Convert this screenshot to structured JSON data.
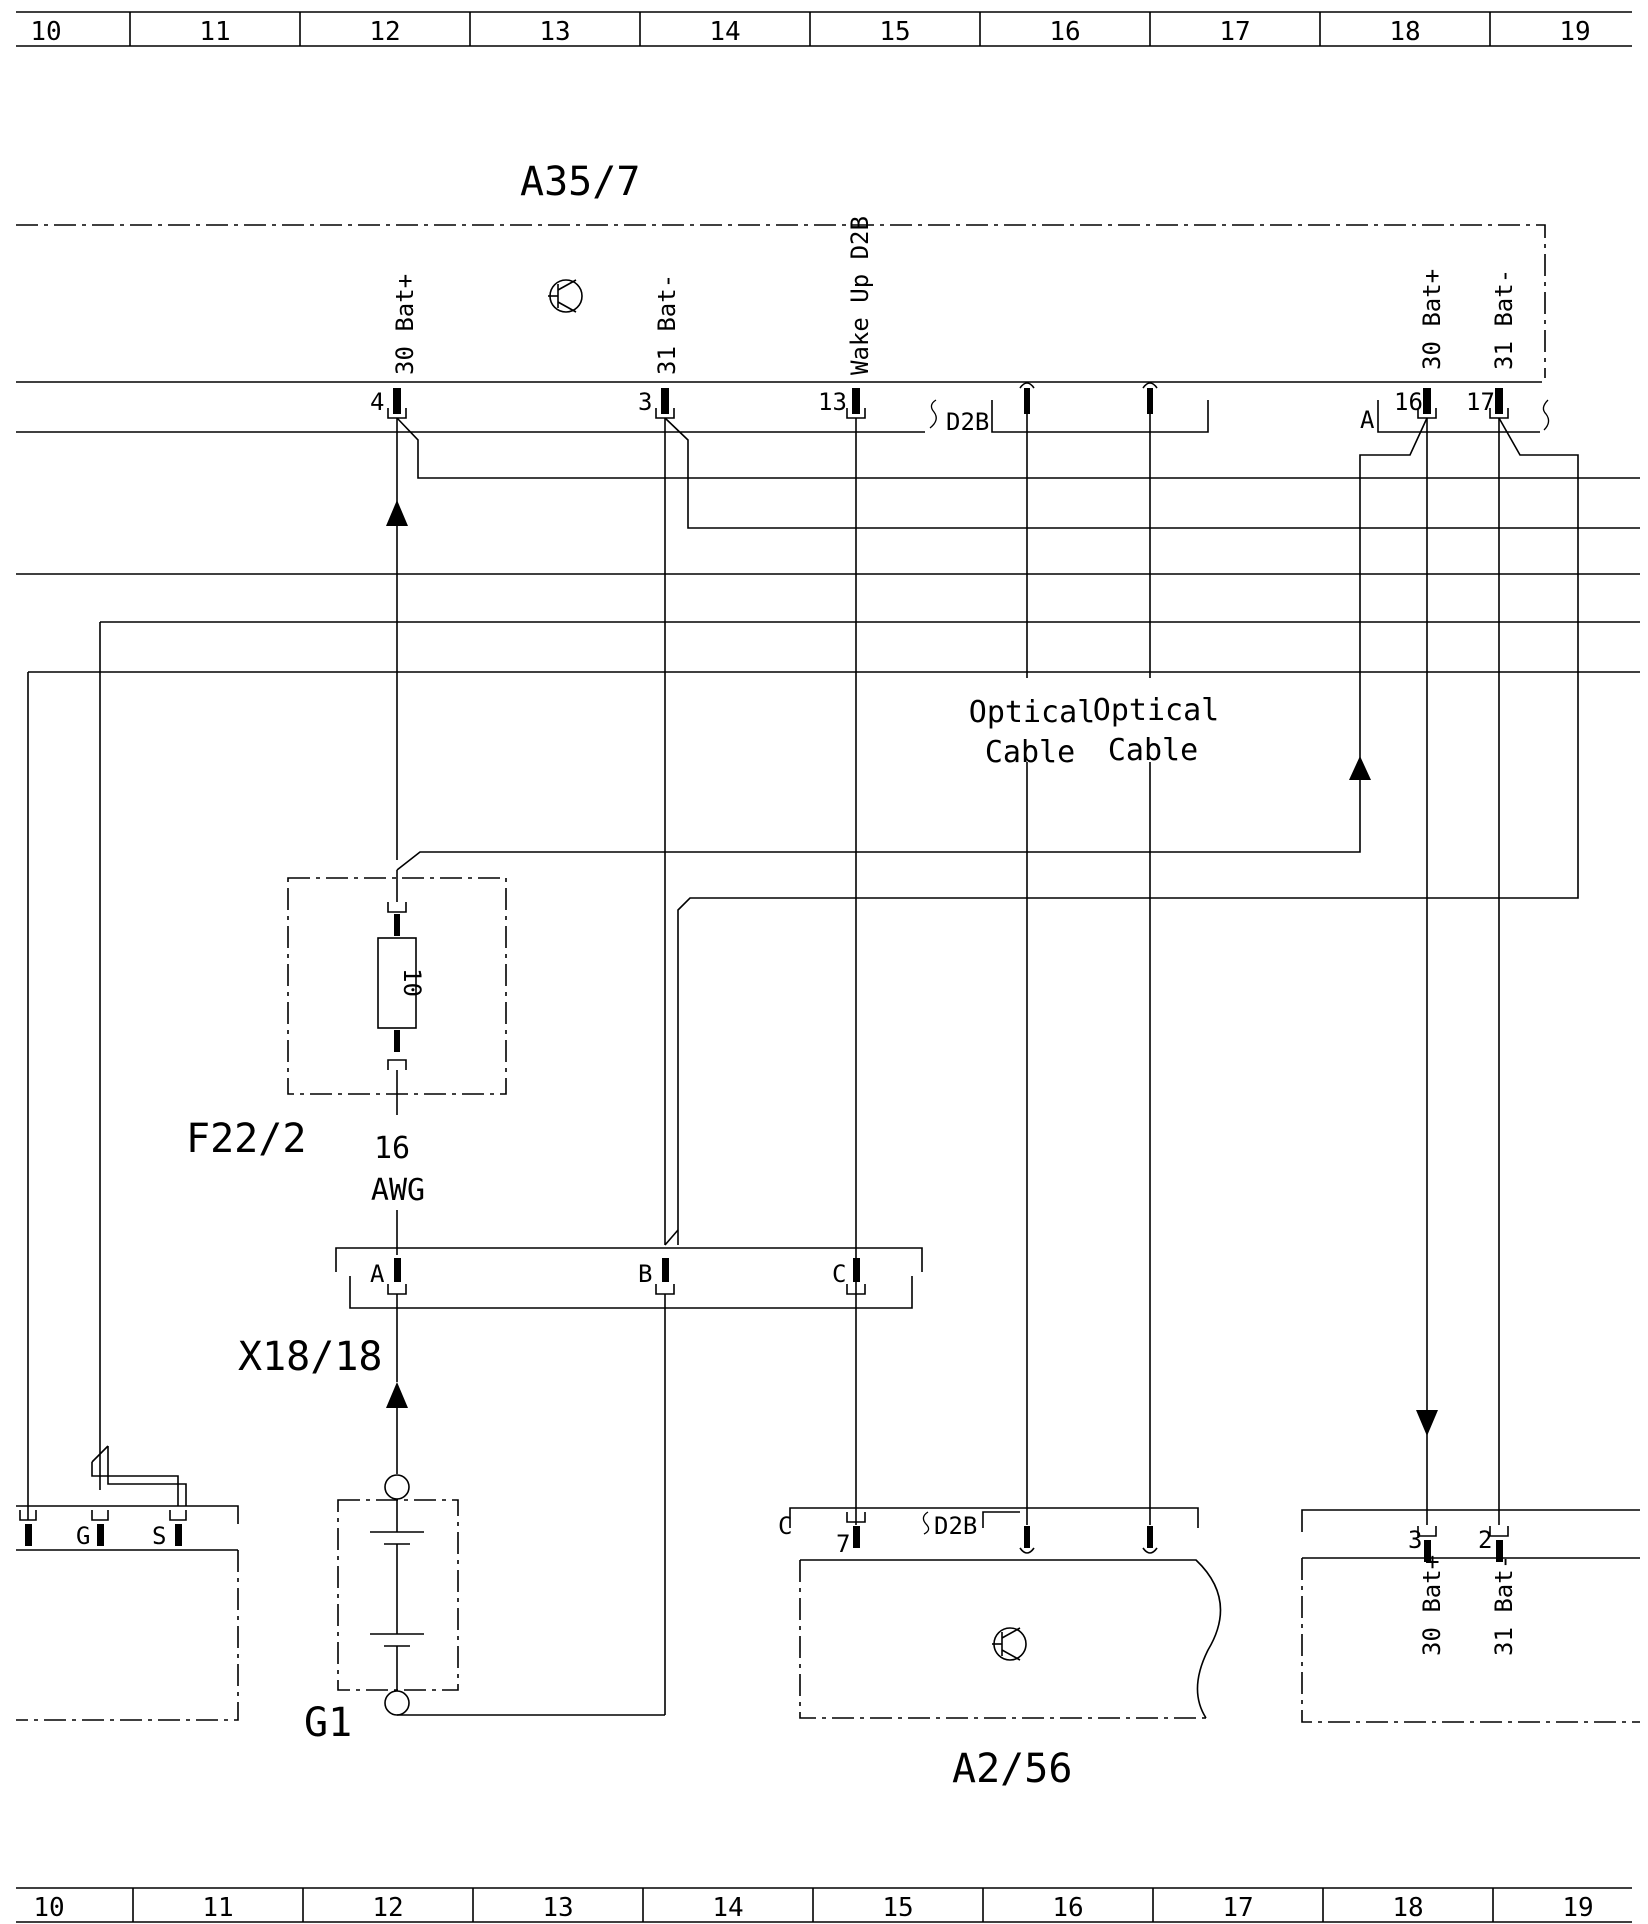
{
  "ruler": {
    "columns": [
      "10",
      "11",
      "12",
      "13",
      "14",
      "15",
      "16",
      "17",
      "18",
      "19"
    ]
  },
  "components": {
    "a35_7": {
      "label": "A35/7",
      "pins": [
        {
          "num": "4",
          "name": "30 Bat+"
        },
        {
          "num": "3",
          "name": "31 Bat-"
        },
        {
          "num": "13",
          "name": "Wake Up D2B"
        },
        {
          "num": "16",
          "name": "30 Bat+"
        },
        {
          "num": "17",
          "name": "31 Bat-"
        }
      ],
      "d2b_label": "D2B",
      "connector_a_label": "A"
    },
    "f22_2": {
      "label": "F22/2",
      "fuse_rating": "10"
    },
    "wire_gauge": {
      "size": "16",
      "unit": "AWG"
    },
    "x18_18": {
      "label": "X18/18",
      "pins": [
        "A",
        "B",
        "C"
      ]
    },
    "g1": {
      "label": "G1"
    },
    "a2_56": {
      "label": "A2/56",
      "connector_label": "C",
      "pin": "7",
      "d2b_label": "D2B"
    },
    "left_device": {
      "pins": [
        "G",
        "S"
      ]
    },
    "right_device": {
      "pins": [
        {
          "num": "3",
          "name": "30 Bat+"
        },
        {
          "num": "2",
          "name": "31 Bat-"
        }
      ]
    },
    "optical_cables": [
      {
        "line1": "Optical",
        "line2": "Cable"
      },
      {
        "line1": "Optical",
        "line2": "Cable"
      }
    ]
  }
}
